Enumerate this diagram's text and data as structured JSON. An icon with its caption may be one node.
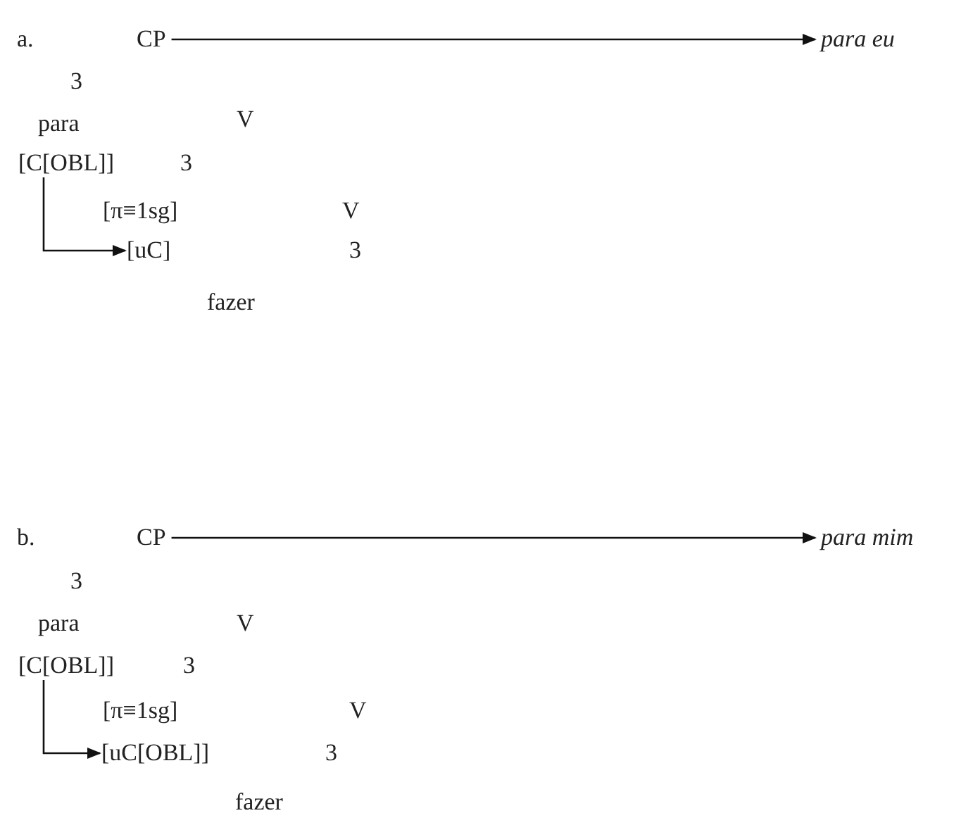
{
  "diagram": {
    "nodes": [
      {
        "text": [
          "CP"
        ]
      },
      {
        "text": [
          "para eu"
        ]
      },
      {
        "text": [
          "[C[OBL]]"
        ]
      },
      {
        "text": [
          "[uC]"
        ]
      },
      {
        "text": [
          "CP"
        ]
      },
      {
        "text": [
          "para mim"
        ]
      },
      {
        "text": [
          "[C[OBL]]"
        ]
      },
      {
        "text": [
          "[uC[OBL]]"
        ]
      }
    ],
    "edges": [
      {
        "from": 0,
        "to": 1,
        "arrow": "to"
      },
      {
        "from": 2,
        "to": 3,
        "arrow": "to"
      },
      {
        "from": 4,
        "to": 5,
        "arrow": "to"
      },
      {
        "from": 6,
        "to": 7,
        "arrow": "to"
      }
    ],
    "labels": [
      "a.",
      "3",
      "para",
      "V",
      "3",
      "[π≡1sg]",
      "V",
      "3",
      "fazer",
      "b.",
      "3",
      "para",
      "V",
      "3",
      "[π≡1sg]",
      "V",
      "3",
      "fazer"
    ]
  }
}
